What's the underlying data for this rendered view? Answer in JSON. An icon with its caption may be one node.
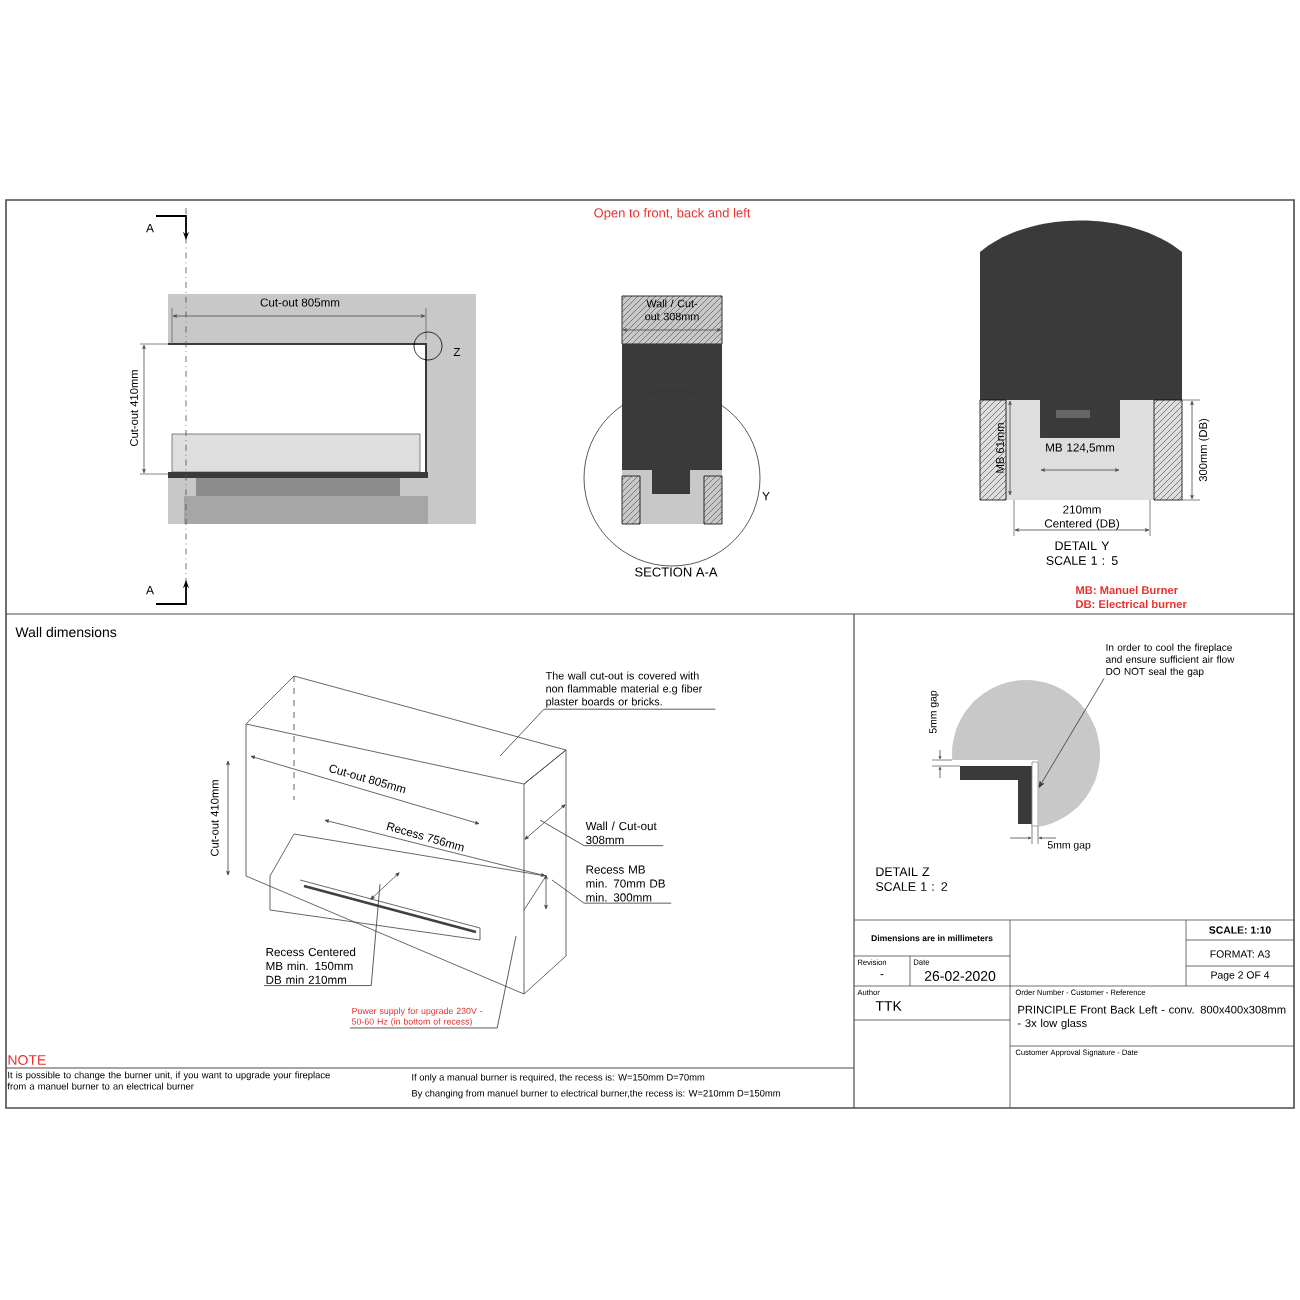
{
  "diagram": {
    "title": "Open to front, back and left",
    "nodes": [
      {
        "text": [
          "The wall cut-out is covered with non flammable material e.g fiber plaster boards or bricks."
        ]
      },
      {
        "text": [
          "Wall / Cut-out 308mm"
        ]
      },
      {
        "text": [
          "Recess MB min. 70mm DB min. 300mm"
        ]
      },
      {
        "text": [
          "Recess Centered MB min. 150mm DB min 210mm"
        ]
      },
      {
        "text": [
          "Power supply for upgrade 230V - 50-60 Hz (in bottom of recess)"
        ]
      },
      {
        "text": [
          "In order to cool the fireplace and ensure sufficient air flow DO NOT seal the gap"
        ]
      },
      {
        "text": [],
        "shape": "bar"
      }
    ],
    "edges": [
      {
        "from": 0,
        "to": null,
        "arrow": "none"
      },
      {
        "from": 1,
        "to": null,
        "arrow": "none"
      },
      {
        "from": 2,
        "to": null,
        "arrow": "none"
      },
      {
        "from": 3,
        "to": null,
        "arrow": "none"
      },
      {
        "from": 4,
        "to": null,
        "arrow": "none"
      },
      {
        "from": 5,
        "to": 6,
        "arrow": "to"
      }
    ],
    "labels": [
      "A",
      "Cut-out 805mm",
      "Z",
      "Cut-out 410mm",
      "Wall / Cut-out 308mm",
      "Y",
      "SECTION A-A",
      "A",
      "MB 124,5mm",
      "MB 61mm",
      "300mm (DB)",
      "210mm Centered (DB)",
      "DETAIL Y SCALE 1 : 5",
      "MB: Manuel Burner",
      "DB: Electrical burner",
      "Wall dimensions",
      "Cut-out 805mm",
      "Cut-out 410mm",
      "Recess 756mm",
      "5mm gap",
      "5mm gap",
      "DETAIL Z SCALE 1 : 2",
      "Dimensions are in millimeters",
      "SCALE: 1:10",
      "Revision",
      "Date",
      "-",
      "26-02-2020",
      "FORMAT: A3",
      "Page 2 OF 4",
      "Author",
      "TTK",
      "Order Number - Customer - Reference",
      "PRINCIPLE Front Back Left - conv. 800x400x308mm - 3x low glass",
      "Customer Approval Signature - Date",
      "NOTE",
      "It is possible to change the burner unit, if you want to upgrade your fireplace from a manuel burner to an electrical burner",
      "If only a manual burner is required, the recess is: W=150mm D=70mm",
      "By changing from manuel burner to electrical burner,the recess is: W=210mm D=150mm"
    ]
  }
}
